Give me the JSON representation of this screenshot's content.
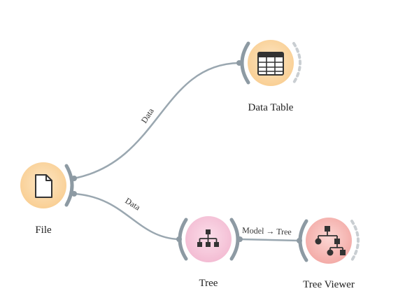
{
  "widgets": {
    "file": {
      "label": "File",
      "icon": "file-icon",
      "color": "#fbd9a8"
    },
    "data_table": {
      "label": "Data Table",
      "icon": "table-icon",
      "color": "#fbd9a8"
    },
    "tree": {
      "label": "Tree",
      "icon": "tree-icon",
      "color": "#f6cdde"
    },
    "tree_viewer": {
      "label": "Tree Viewer",
      "icon": "tree-viewer-icon",
      "color": "#f7c3c0"
    }
  },
  "links": {
    "file_to_data_table": {
      "label": "Data"
    },
    "file_to_tree": {
      "label": "Data"
    },
    "tree_to_tree_viewer": {
      "label": "Model → Tree"
    }
  },
  "colors": {
    "link": "#9aa7b0",
    "bracket": "#8d9aa3"
  }
}
